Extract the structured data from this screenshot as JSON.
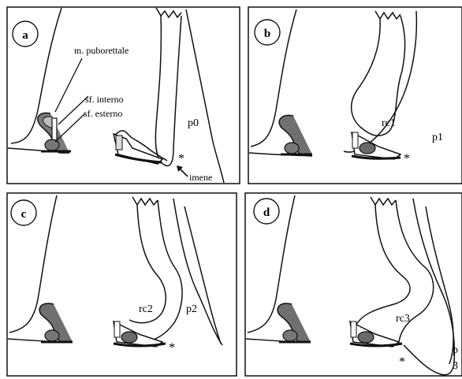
{
  "panels": [
    {
      "id": "a",
      "letter": "a",
      "labels": {
        "muscle": "m. puborettale",
        "internal_sphincter": "sf. interno",
        "external_sphincter": "sf. esterno",
        "stage": "p0",
        "asterisk": "*",
        "hymen": "imene"
      }
    },
    {
      "id": "b",
      "letter": "b",
      "labels": {
        "canal": "rc1",
        "stage": "p1",
        "asterisk": "*"
      }
    },
    {
      "id": "c",
      "letter": "c",
      "labels": {
        "canal": "rc2",
        "stage": "p2",
        "asterisk": "*"
      }
    },
    {
      "id": "d",
      "letter": "d",
      "labels": {
        "canal": "rc3",
        "stage_line1": "p",
        "stage_line2": "3",
        "asterisk": "*"
      }
    }
  ],
  "colors": {
    "line": "#111111",
    "gray_fill": "#6e6e6e",
    "light_gray_fill": "#b9b9b9"
  }
}
